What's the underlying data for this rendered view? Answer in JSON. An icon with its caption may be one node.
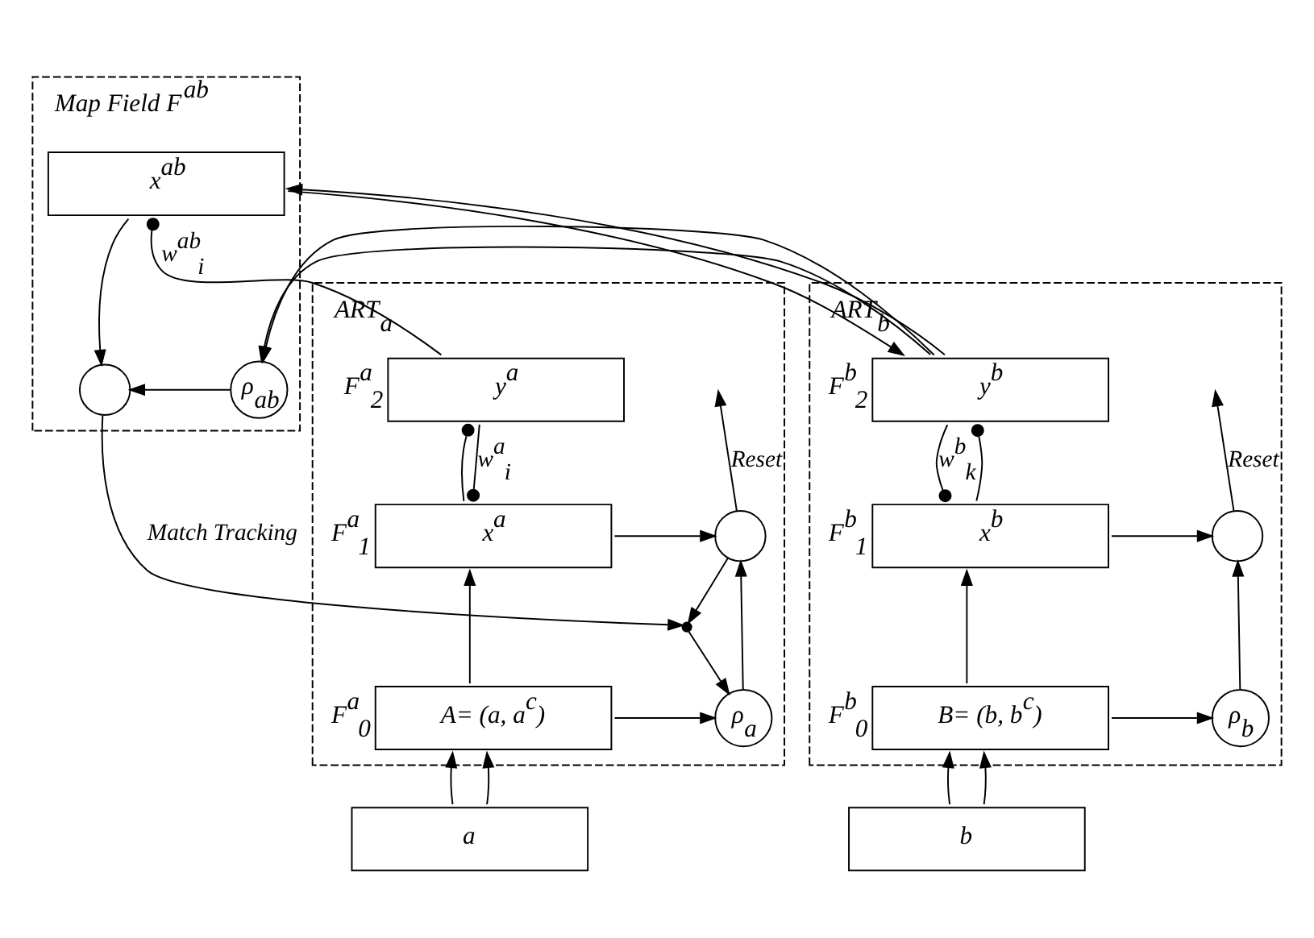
{
  "diagram": {
    "nodes": [
      {
        "text": [
          "ART$_{a}$"
        ]
      },
      {
        "text": [
          "y$^{a}$"
        ],
        "beside": [
          "F$^{a}$$_{2}$"
        ],
        "in": 0
      },
      {
        "text": [
          "x$^{a}$"
        ],
        "beside": [
          "F$^{a}$$_{1}$"
        ],
        "in": 0
      },
      {
        "text": [
          "A= (a, a$^{c}$)"
        ],
        "beside": [
          "F$^{a}$$_{0}$"
        ],
        "in": 0
      },
      {
        "text": [],
        "shape": "circle",
        "in": 0
      },
      {
        "text": [
          "ρ$_{a}$"
        ],
        "in": 0
      },
      {
        "text": [],
        "shape": "dot",
        "in": 0
      },
      {
        "text": [
          "a"
        ]
      },
      {
        "text": [
          "Map Field F$^{ab}$"
        ]
      },
      {
        "text": [
          "x$^{ab}$"
        ],
        "in": 8
      },
      {
        "text": [],
        "shape": "circle",
        "in": 8
      },
      {
        "text": [
          "ρ$_{ab}$"
        ],
        "in": 8
      },
      {
        "text": [
          "ART$_{b}$"
        ]
      },
      {
        "text": [
          "y$^{b}$"
        ],
        "beside": [
          "F$^{b}$$_{2}$"
        ],
        "in": 12
      },
      {
        "text": [
          "x$^{b}$"
        ],
        "beside": [
          "F$^{b}$$_{1}$"
        ],
        "in": 12
      },
      {
        "text": [
          "B= (b, b$^{c}$)"
        ],
        "beside": [
          "F$^{b}$$_{0}$"
        ],
        "in": 12
      },
      {
        "text": [],
        "shape": "circle",
        "in": 12
      },
      {
        "text": [
          "ρ$_{b}$"
        ],
        "in": 12
      },
      {
        "text": [
          "b"
        ]
      }
    ],
    "edges": [
      {
        "from": 1,
        "to": 9,
        "arrow": "other",
        "label": "w$^{ab}$$_{i}$"
      },
      {
        "from": 1,
        "to": 2,
        "arrow": "other",
        "label": "w$^{a}$$_{i}$"
      },
      {
        "from": 2,
        "to": 1,
        "arrow": "other"
      },
      {
        "from": 3,
        "to": 2,
        "arrow": "to"
      },
      {
        "from": 2,
        "to": 4,
        "arrow": "to"
      },
      {
        "from": 3,
        "to": 5,
        "arrow": "to"
      },
      {
        "from": 5,
        "to": 4,
        "arrow": "to"
      },
      {
        "from": 4,
        "to": 6,
        "arrow": "to"
      },
      {
        "from": 6,
        "to": 5,
        "arrow": "to"
      },
      {
        "from": 4,
        "to": null,
        "arrow": "to",
        "label": "Reset"
      },
      {
        "from": 7,
        "to": 3,
        "arrow": "to"
      },
      {
        "from": 7,
        "to": 3,
        "arrow": "to"
      },
      {
        "from": 9,
        "to": 10,
        "arrow": "to"
      },
      {
        "from": 11,
        "to": 10,
        "arrow": "to"
      },
      {
        "from": 13,
        "to": 11,
        "arrow": "to"
      },
      {
        "from": 10,
        "to": 6,
        "arrow": "to",
        "label": "Match Tracking"
      },
      {
        "from": 9,
        "to": 13,
        "arrow": "to"
      },
      {
        "from": 13,
        "to": 9,
        "arrow": "to"
      },
      {
        "from": 13,
        "to": 14,
        "arrow": "other",
        "label": "w$^{b}$$_{k}$"
      },
      {
        "from": 14,
        "to": 13,
        "arrow": "other"
      },
      {
        "from": 15,
        "to": 14,
        "arrow": "to"
      },
      {
        "from": 14,
        "to": 16,
        "arrow": "to"
      },
      {
        "from": 15,
        "to": 17,
        "arrow": "to"
      },
      {
        "from": 17,
        "to": 16,
        "arrow": "to"
      },
      {
        "from": 16,
        "to": null,
        "arrow": "to",
        "label": "Reset"
      },
      {
        "from": 18,
        "to": 15,
        "arrow": "to"
      },
      {
        "from": 18,
        "to": 15,
        "arrow": "to"
      }
    ]
  }
}
